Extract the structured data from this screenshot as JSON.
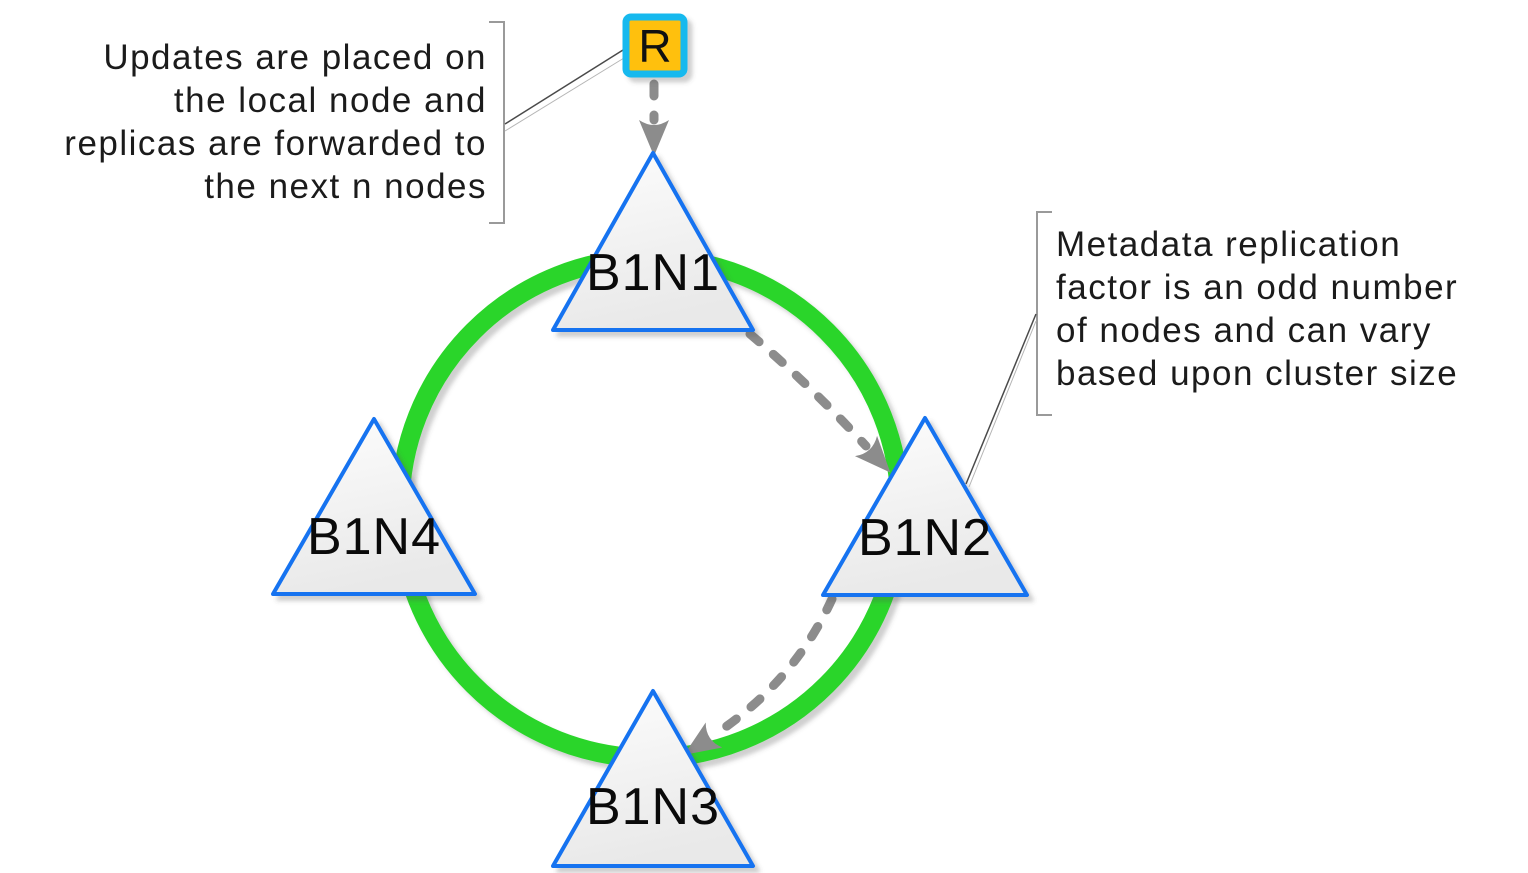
{
  "root_node": {
    "label": "R"
  },
  "nodes": [
    {
      "label": "B1N1"
    },
    {
      "label": "B1N2"
    },
    {
      "label": "B1N3"
    },
    {
      "label": "B1N4"
    }
  ],
  "annotations": {
    "left": {
      "lines": [
        "Updates are placed on",
        "the local node and",
        "replicas are forwarded to",
        "the next n nodes"
      ]
    },
    "right": {
      "lines": [
        "Metadata replication",
        "factor is an odd number",
        "of nodes and can vary",
        "based upon cluster size"
      ]
    }
  },
  "colors": {
    "ring_green": "#2bd52b",
    "triangle_border_blue": "#1673f0",
    "triangle_fill_top": "#fdfdfd",
    "triangle_fill_bottom": "#e9e9e9",
    "root_border_cyan": "#18b9ee",
    "root_fill_amber": "#ffc00a",
    "arrow_gray": "#8c8c8c",
    "bracket_gray": "#9a9a9a",
    "text_black": "#1b1b1b"
  }
}
